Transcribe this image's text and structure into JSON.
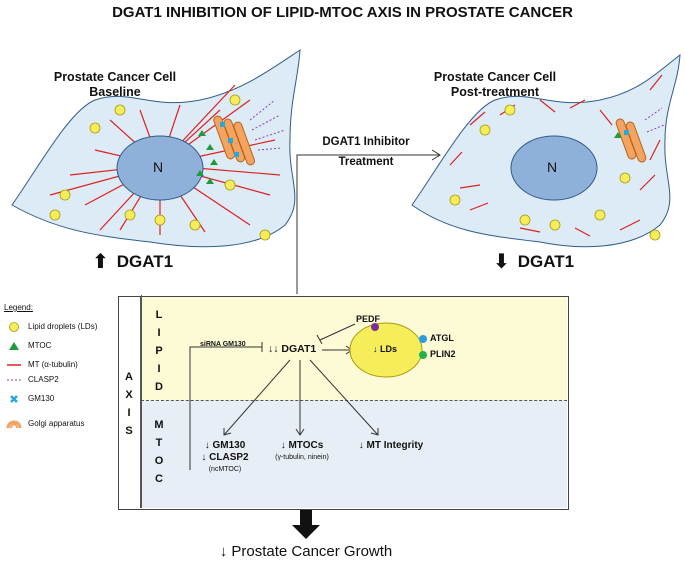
{
  "title": "DGAT1 INHIBITION OF LIPID-MTOC AXIS IN PROSTATE CANCER",
  "left_cell": {
    "line1": "Prostate Cancer Cell",
    "line2": "Baseline",
    "nucleus": "N"
  },
  "right_cell": {
    "line1": "Prostate Cancer Cell",
    "line2": "Post-treatment",
    "nucleus": "N"
  },
  "treatment": {
    "line1": "DGAT1 Inhibitor",
    "line2": "Treatment"
  },
  "dgat_left": {
    "arrow": "⬆",
    "label": "DGAT1"
  },
  "dgat_right": {
    "arrow": "⬇",
    "label": "DGAT1"
  },
  "legend": {
    "heading": "Legend:",
    "items": [
      {
        "label": "Lipid droplets (LDs)",
        "icon": "yellow-circle"
      },
      {
        "label": "MTOC",
        "icon": "green-triangle"
      },
      {
        "label": "MT (α-tubulin)",
        "icon": "red-line"
      },
      {
        "label": "CLASP2",
        "icon": "purple-dashed-line"
      },
      {
        "label": "GM130",
        "icon": "blue-cross"
      },
      {
        "label": "Golgi apparatus",
        "icon": "orange-golgi"
      }
    ]
  },
  "axis": {
    "axis_label": [
      "A",
      "X",
      "I",
      "S"
    ],
    "lipid_label": [
      "L",
      "I",
      "P",
      "I",
      "D"
    ],
    "mtoc_label": [
      "M",
      "T",
      "O",
      "C"
    ],
    "sirna": "siRNA GM130",
    "pedf": "PEDF",
    "dgat1": "↓↓ DGAT1",
    "lds": "↓ LDs",
    "atgl": "ATGL",
    "plin2": "PLIN2",
    "gm130": "↓ GM130",
    "clasp2": "↓ CLASP2",
    "ncmtoc": "(ncMTOC)",
    "mtocs": "↓ MTOCs",
    "mtocs_sub": "(γ-tubulin, ninein)",
    "mt_integrity": "↓ MT Integrity"
  },
  "bottom": "↓ Prostate Cancer Growth",
  "colors": {
    "cell_fill": "#dcebf5",
    "nucleus_fill": "#8fb0d8",
    "lipid": "#f5ee5a",
    "microtubule": "#e02020",
    "mtoc": "#1f9a3c",
    "clasp2": "#8a3fc4",
    "gm130": "#28a8e0",
    "golgi": "#f4a460",
    "atgl": "#2a9de0",
    "plin2": "#22b14c",
    "pedf": "#7b2d9c"
  }
}
